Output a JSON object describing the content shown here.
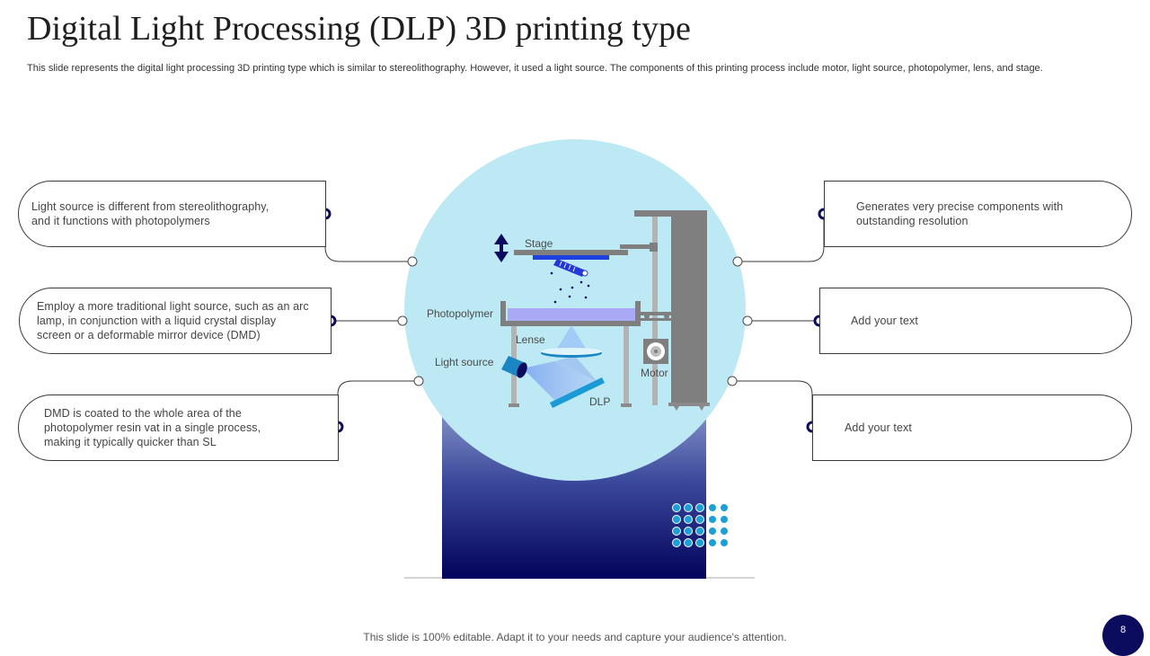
{
  "title": "Digital Light Processing (DLP) 3D printing type",
  "subtitle": "This slide represents the digital light processing 3D printing type which is similar to stereolithography. However, it used a light source. The components of this printing process include motor, light source, photopolymer, lens, and stage.",
  "callouts": {
    "left_top": "Light source is different from stereolithography, and it functions with photopolymers",
    "left_middle": "Employ a more traditional light source, such as an arc lamp, in conjunction with a liquid crystal display screen or a deformable mirror device (DMD)",
    "left_bottom": "DMD is coated to the whole area of the photopolymer resin vat in a single process, making it typically quicker than SL",
    "right_top": "Generates very precise components with outstanding resolution",
    "right_middle": "Add your text",
    "right_bottom": "Add your text"
  },
  "diagram_labels": {
    "stage": "Stage",
    "photopolymer": "Photopolymer",
    "lense": "Lense",
    "light_source": "Light source",
    "motor": "Motor",
    "dlp": "DLP"
  },
  "footer": "This slide is 100% editable. Adapt it to your needs and capture your audience's attention.",
  "page_number": "8",
  "colors": {
    "navy": "#0b0c5e",
    "circle": "#bde9f4",
    "accent_blue": "#1c9fd6"
  }
}
